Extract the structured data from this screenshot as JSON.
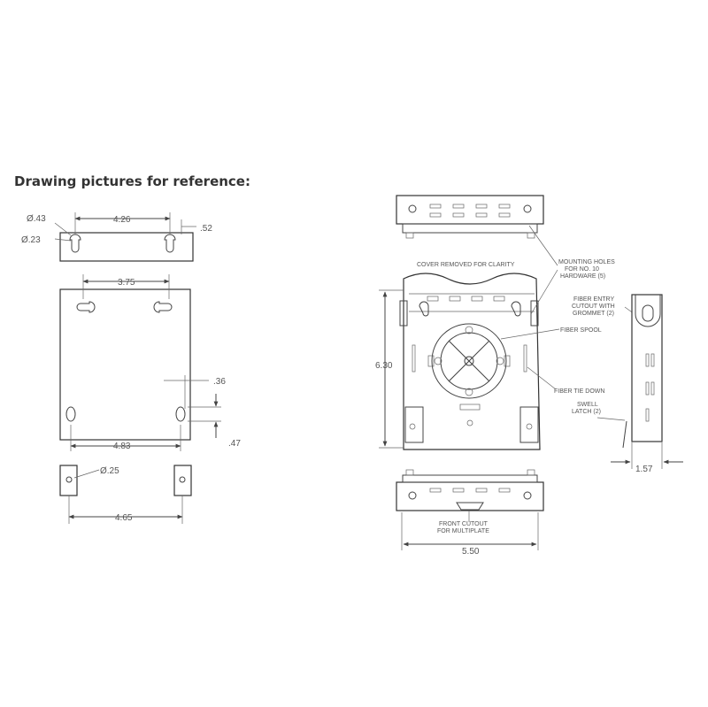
{
  "heading": "Drawing pictures for reference:",
  "left_drawing": {
    "hole_dia_large": "Ø.43",
    "hole_dia_small": "Ø.23",
    "top_width": "4.26",
    "top_offset": ".52",
    "plate_width_top": "3.75",
    "side_offset_top": ".36",
    "plate_width_bottom": "4.83",
    "side_offset_bottom": ".47",
    "bracket_hole_dia": "Ø.25",
    "bracket_span": "4.65"
  },
  "right_drawing": {
    "cover_note": "COVER REMOVED FOR CLARITY",
    "mounting_holes": [
      "MOUNTING HOLES",
      "FOR NO. 10",
      "HARDWARE (5)"
    ],
    "fiber_entry": [
      "FIBER ENTRY",
      "CUTOUT WITH",
      "GROMMET (2)"
    ],
    "fiber_spool": "FIBER SPOOL",
    "fiber_tie": "FIBER TIE DOWN",
    "swell_latch": [
      "SWELL",
      "LATCH (2)"
    ],
    "front_cutout": [
      "FRONT CUTOUT",
      "FOR MULTIPLATE"
    ],
    "height": "6.30",
    "width": "5.50",
    "depth": "1.57"
  }
}
